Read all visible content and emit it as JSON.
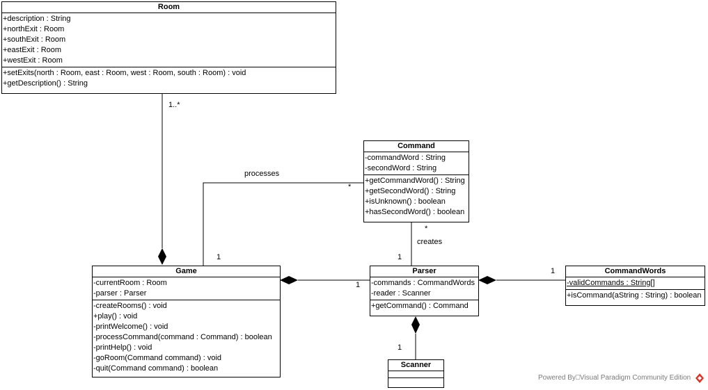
{
  "classes": {
    "room": {
      "name": "Room",
      "attributes": [
        "+description : String",
        "+northExit : Room",
        "+southExit : Room",
        "+eastExit : Room",
        "+westExit : Room"
      ],
      "operations": [
        "+setExits(north : Room, east : Room, west : Room, south : Room) : void",
        "+getDescription() : String"
      ]
    },
    "command": {
      "name": "Command",
      "attributes": [
        "-commandWord : String",
        "-secondWord : String"
      ],
      "operations": [
        "+getCommandWord() : String",
        "+getSecondWord() : String",
        "+isUnknown() : boolean",
        "+hasSecondWord() : boolean"
      ]
    },
    "game": {
      "name": "Game",
      "attributes": [
        "-currentRoom : Room",
        "-parser : Parser"
      ],
      "operations": [
        "-createRooms() : void",
        "+play() : void",
        "-printWelcome() : void",
        "-processCommand(command : Command) : boolean",
        "-printHelp() : void",
        "-goRoom(Command command) : void",
        "-quit(Command command) : boolean"
      ]
    },
    "parser": {
      "name": "Parser",
      "attributes": [
        "-commands : CommandWords",
        "-reader : Scanner"
      ],
      "operations": [
        "+getCommand() : Command"
      ]
    },
    "commandwords": {
      "name": "CommandWords",
      "attributes": [
        "-validCommands : String[]"
      ],
      "operations": [
        "+isCommand(aString : String) : boolean"
      ]
    },
    "scanner": {
      "name": "Scanner",
      "attributes": [],
      "operations": []
    }
  },
  "links": {
    "room_game": {
      "room_mult": "1..*"
    },
    "game_command": {
      "label": "processes",
      "game_mult": "1",
      "command_mult": "*"
    },
    "parser_command": {
      "label": "creates",
      "command_mult": "*",
      "parser_mult": "1"
    },
    "game_parser": {
      "parser_mult": "1"
    },
    "parser_commandwords": {
      "commandwords_mult": "1"
    },
    "parser_scanner": {
      "scanner_mult": "1"
    }
  },
  "watermark": "Powered By⎕Visual Paradigm Community Edition"
}
